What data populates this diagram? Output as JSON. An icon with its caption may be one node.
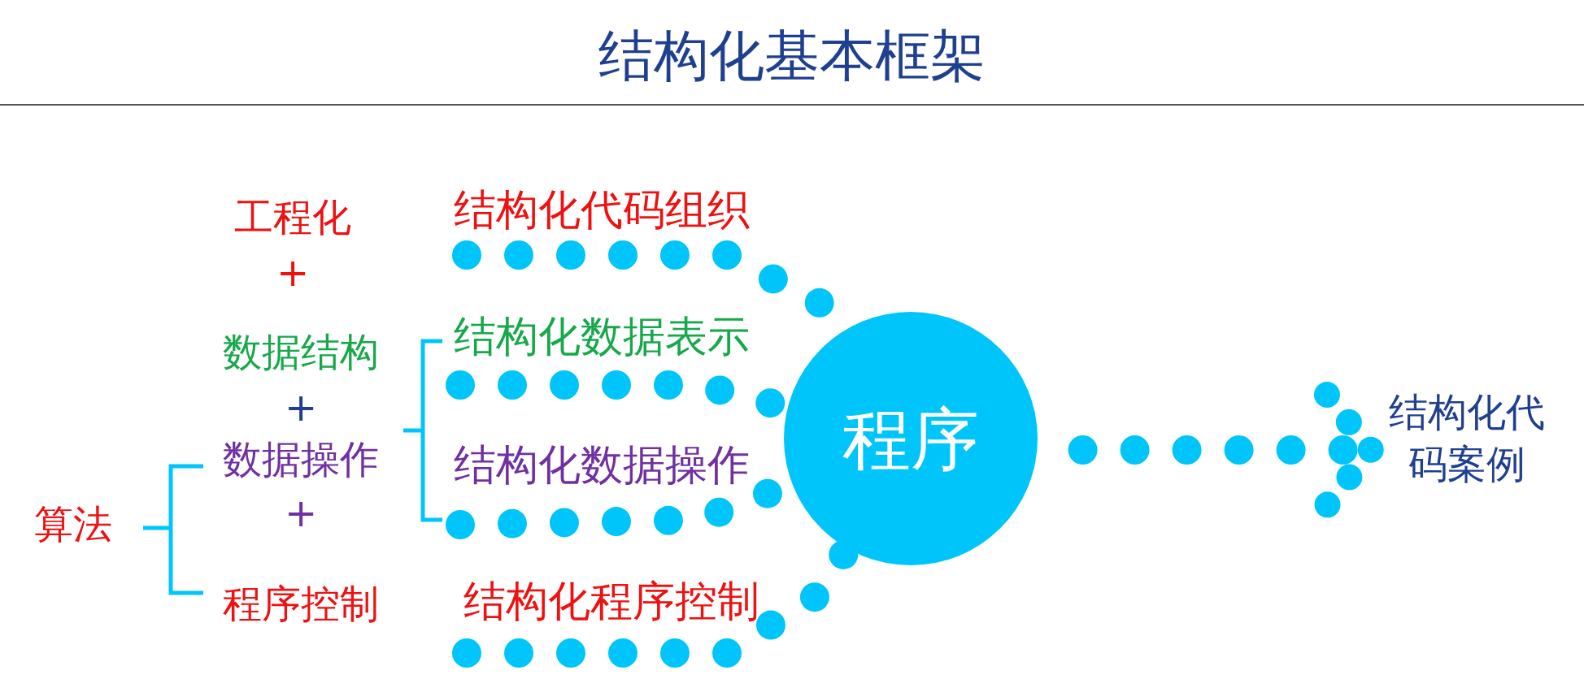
{
  "diagram": {
    "title": "结构化基本框架",
    "nodes": [
      {
        "text": [
          "结构化代码组织"
        ]
      },
      {
        "text": [
          "结构化数据表示"
        ]
      },
      {
        "text": [
          "结构化数据操作"
        ]
      },
      {
        "text": [
          "结构化程序控制"
        ]
      },
      {
        "text": [
          "程序"
        ]
      },
      {
        "text": [
          "结构化代码案例"
        ]
      }
    ],
    "edges": [
      {
        "from": 0,
        "to": 4,
        "arrow": "none"
      },
      {
        "from": 1,
        "to": 4,
        "arrow": "none"
      },
      {
        "from": 2,
        "to": 4,
        "arrow": "none"
      },
      {
        "from": 3,
        "to": 4,
        "arrow": "none"
      },
      {
        "from": 4,
        "to": 5,
        "arrow": "to"
      }
    ],
    "labels": [
      "工程化",
      "+",
      "数据结构",
      "+",
      "数据操作",
      "+",
      "算法",
      "程序控制"
    ]
  }
}
